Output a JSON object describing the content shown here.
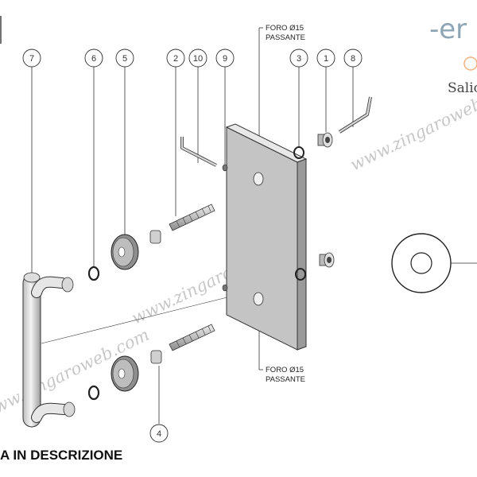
{
  "brand": {
    "logo_text": "-er",
    "sub_text": "Salic"
  },
  "notes": {
    "hole_top_l1": "FORO Ø15",
    "hole_top_l2": "PASSANTE",
    "hole_bottom_l1": "FORO Ø15",
    "hole_bottom_l2": "PASSANTE"
  },
  "callouts": [
    "7",
    "6",
    "5",
    "2",
    "10",
    "9",
    "3",
    "1",
    "8",
    "4"
  ],
  "watermark": "www.zingaroweb.com",
  "footer_text": "A IN DESCRIZIONE"
}
